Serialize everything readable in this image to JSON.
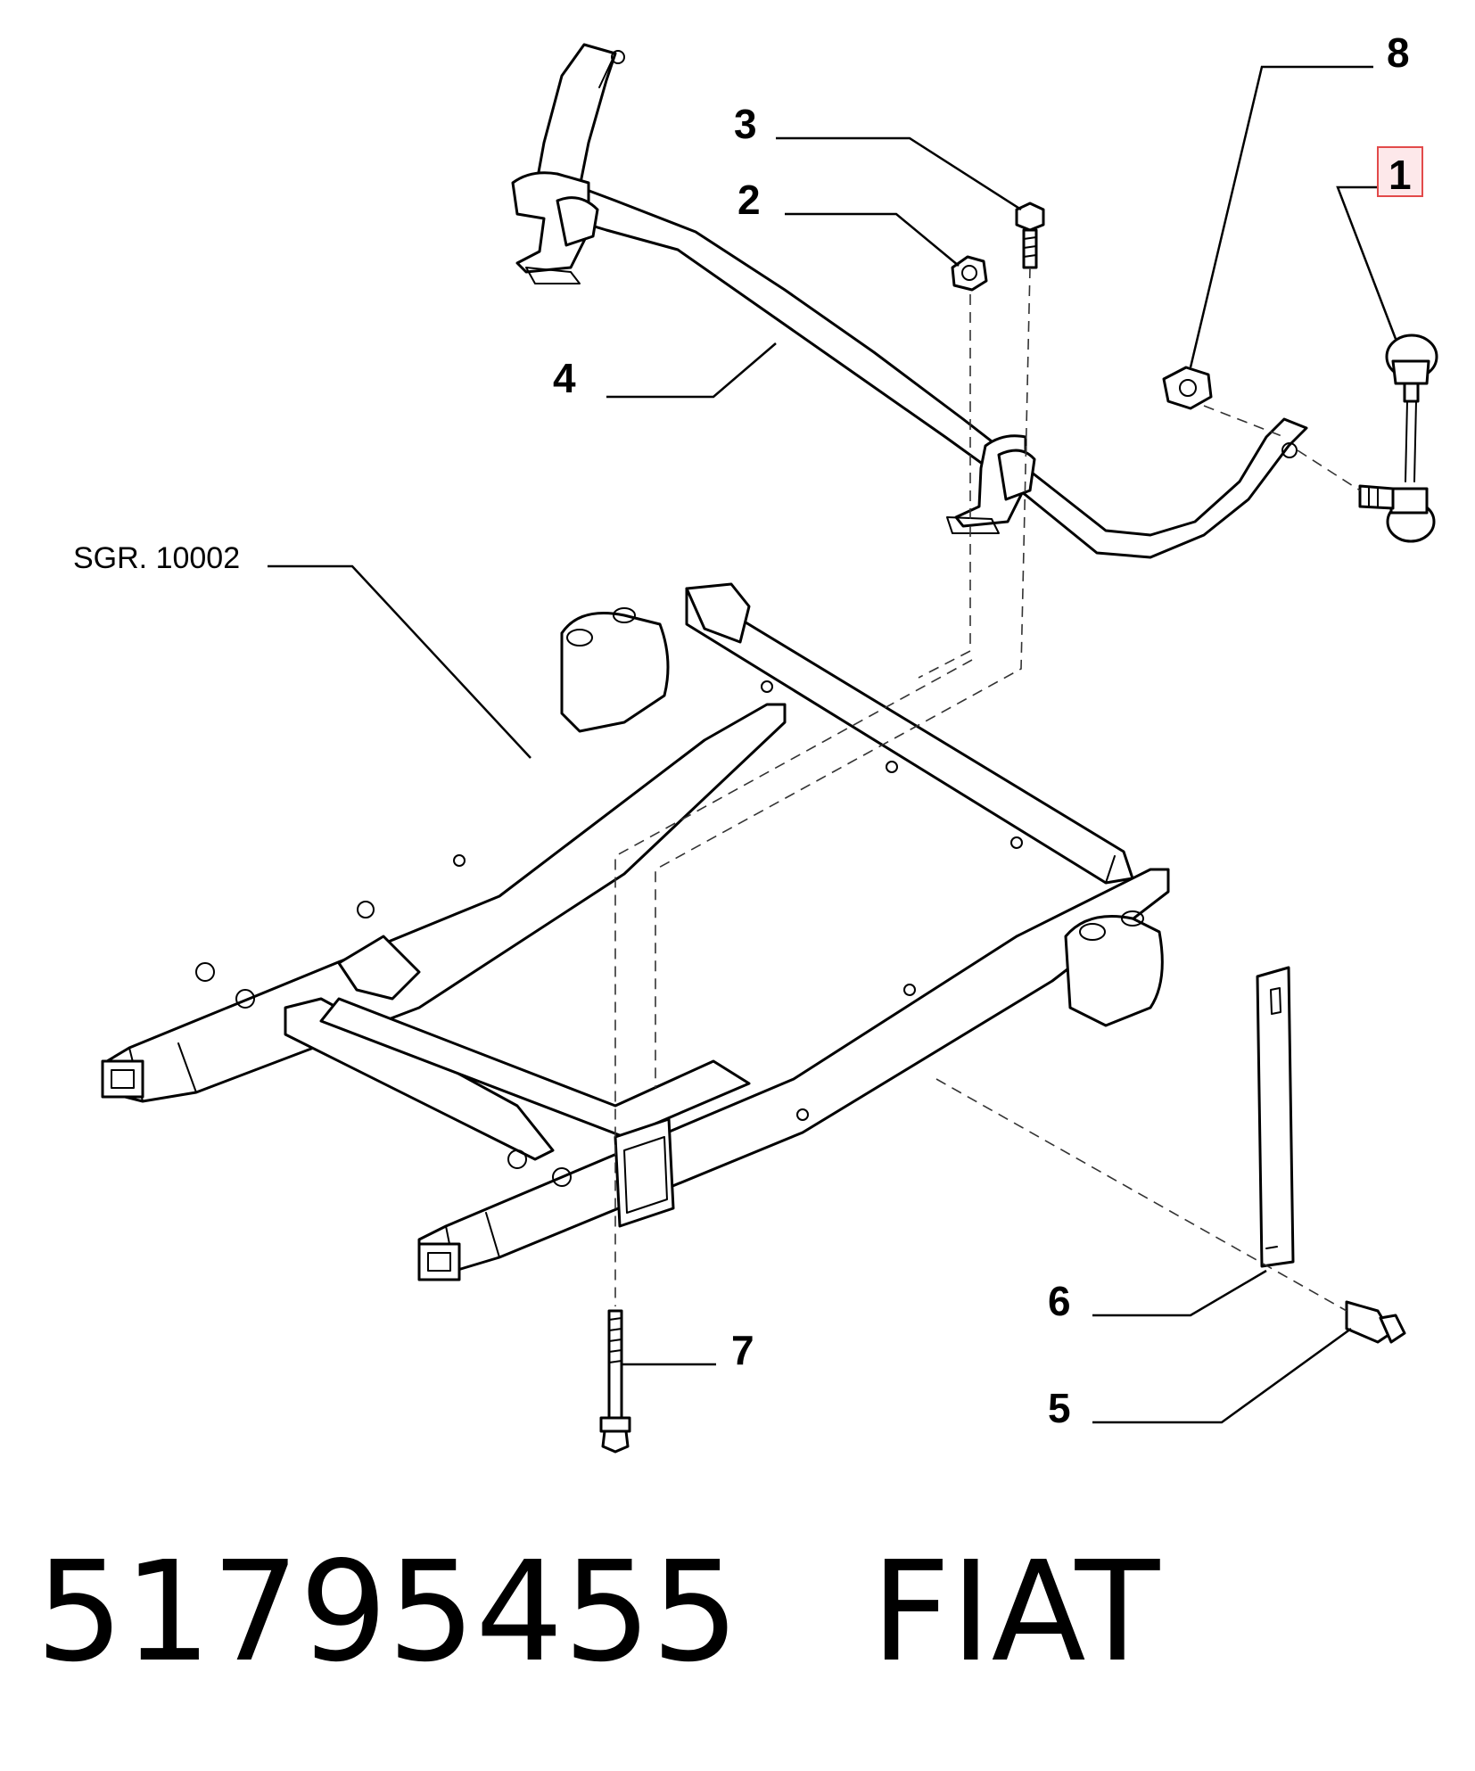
{
  "callouts": {
    "c1": "1",
    "c2": "2",
    "c3": "3",
    "c4": "4",
    "c5": "5",
    "c6": "6",
    "c7": "7",
    "c8": "8"
  },
  "group_ref": "SGR. 10002",
  "highlight": {
    "callout": "1",
    "color": "#e24a4a",
    "fill": "#fde8ea"
  },
  "footer": {
    "part_number": "51795455",
    "brand": "FIAT"
  }
}
